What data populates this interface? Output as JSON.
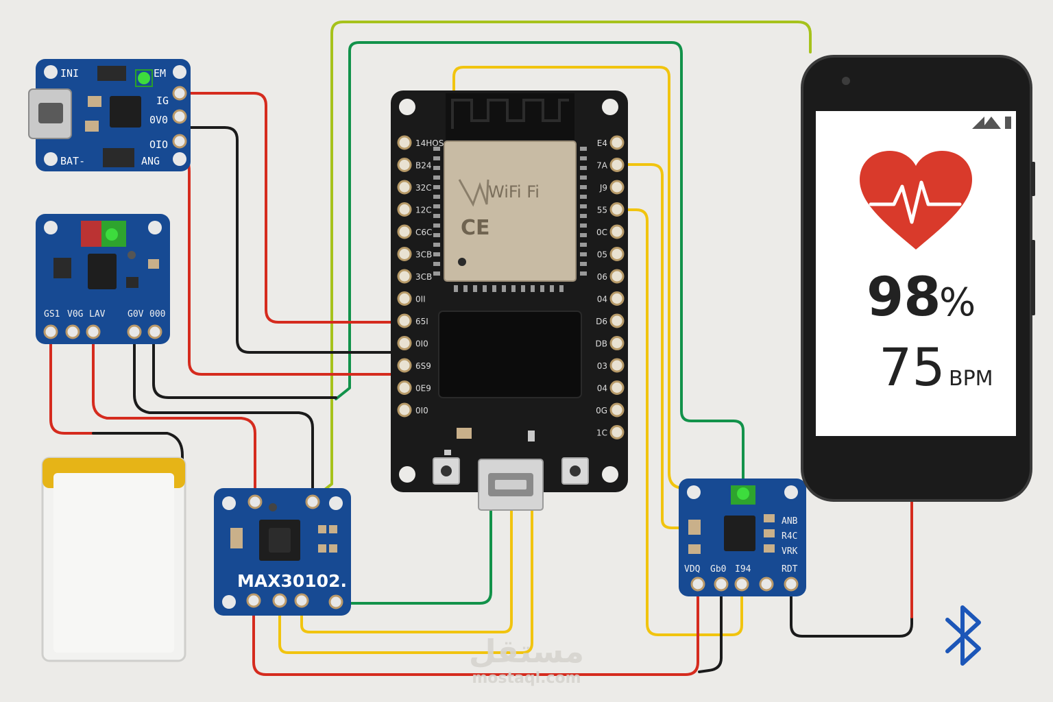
{
  "colors": {
    "board": "#1a1a1a",
    "pcb_blue": "#174a93",
    "wire_red": "#d52b1e",
    "wire_black": "#1b1b1b",
    "wire_yellow": "#f1c40f",
    "wire_green": "#12924a",
    "wire_lime": "#a6c21b",
    "heart": "#d93a2b",
    "bluetooth": "#1c56b8",
    "led_green": "#3ddc3d"
  },
  "charger": {
    "label_top_left": "INI",
    "label_top_right": "EM",
    "label_bottom_left": "BAT-",
    "pins": [
      "IG",
      "0V0",
      "OIO",
      "ANG"
    ]
  },
  "sensor_left": {
    "pins": [
      "GS1",
      "V0G",
      "LAV",
      "G0V",
      "000"
    ]
  },
  "max_module": {
    "label": "MAX30102."
  },
  "esp32": {
    "module_brand": "WiFi Fi",
    "ce_mark": "CE",
    "left_pins": [
      "14HOS",
      "B24",
      "32C",
      "12C",
      "C6C",
      "3CB",
      "3CB",
      "0II",
      "65I",
      "0I0",
      "6S9",
      "0E9",
      "0I0"
    ],
    "right_pins": [
      "E4",
      "7A",
      "J9",
      "55",
      "0C",
      "05",
      "06",
      "04",
      "D6",
      "DB",
      "03",
      "04",
      "0G",
      "1C"
    ]
  },
  "right_sensor": {
    "side_labels": [
      "ANB",
      "R4C",
      "VRK",
      "RDT"
    ],
    "pins": [
      "VDQ",
      "Gb0",
      "I94"
    ]
  },
  "phone": {
    "spo2_value": "98",
    "spo2_unit": "%",
    "bpm_value": "75",
    "bpm_unit": "BPM"
  },
  "watermark": {
    "arabic": "مستقل",
    "latin": "mostaql.com"
  }
}
